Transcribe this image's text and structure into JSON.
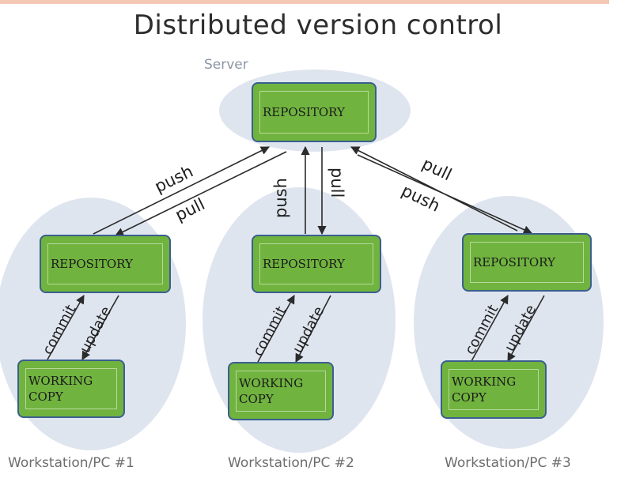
{
  "title": "Distributed version control",
  "server": {
    "label": "Server",
    "repository": "REPOSITORY"
  },
  "workstations": [
    {
      "label": "Workstation/PC #1",
      "repository": "REPOSITORY",
      "working_copy": "WORKING\nCOPY"
    },
    {
      "label": "Workstation/PC #2",
      "repository": "REPOSITORY",
      "working_copy": "WORKING\nCOPY"
    },
    {
      "label": "Workstation/PC #3",
      "repository": "REPOSITORY",
      "working_copy": "WORKING\nCOPY"
    }
  ],
  "arrow_labels": {
    "push": "push",
    "pull": "pull",
    "commit": "commit",
    "update": "update"
  },
  "colors": {
    "box_fill": "#70b33f",
    "box_border": "#3a5f8e",
    "ellipse_fill": "#dfe5ef",
    "arrow": "#2b2b2b"
  }
}
